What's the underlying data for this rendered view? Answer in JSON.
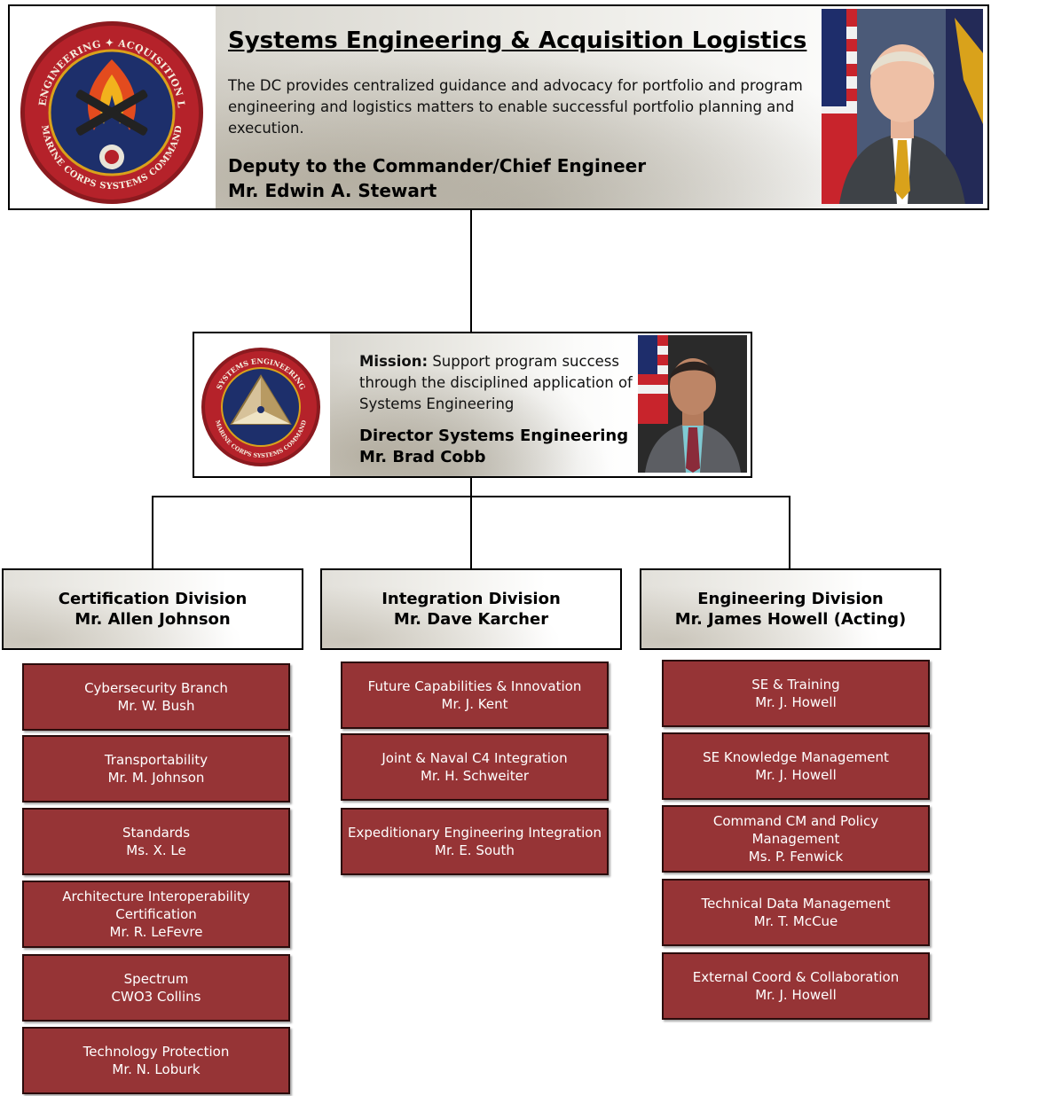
{
  "header": {
    "title": "Systems Engineering & Acquisition Logistics",
    "description": "The DC provides centralized guidance and advocacy for portfolio and program engineering and logistics matters to enable successful portfolio planning and execution.",
    "role": "Deputy to the Commander/Chief Engineer",
    "name": "Mr. Edwin A. Stewart",
    "seal": {
      "ring_top": "SYSTEMS ENGINEERING ✦ ACQUISITION LOGISTICS",
      "ring_bottom": "MARINE CORPS SYSTEMS COMMAND"
    }
  },
  "director": {
    "mission_label": "Mission:",
    "mission_text": "Support program success through the disciplined application of Systems Engineering",
    "role": "Director Systems Engineering",
    "name": "Mr. Brad Cobb",
    "seal": {
      "ring_top": "SYSTEMS ENGINEERING",
      "ring_bottom": "MARINE CORPS SYSTEMS COMMAND"
    }
  },
  "divisions": [
    {
      "title": "Certification Division",
      "lead": "Mr. Allen Johnson",
      "branches": [
        {
          "lines": [
            "Cybersecurity Branch",
            "Mr. W. Bush"
          ]
        },
        {
          "lines": [
            "Transportability",
            "Mr. M. Johnson"
          ]
        },
        {
          "lines": [
            "Standards",
            "Ms. X. Le"
          ]
        },
        {
          "lines": [
            "Architecture Interoperability",
            "Certification",
            "Mr. R. LeFevre"
          ]
        },
        {
          "lines": [
            "Spectrum",
            "CWO3 Collins"
          ]
        },
        {
          "lines": [
            "Technology Protection",
            "Mr. N. Loburk"
          ]
        }
      ]
    },
    {
      "title": "Integration Division",
      "lead": "Mr. Dave Karcher",
      "branches": [
        {
          "lines": [
            "Future Capabilities & Innovation",
            "Mr. J. Kent"
          ]
        },
        {
          "lines": [
            "Joint & Naval C4 Integration",
            "Mr. H. Schweiter"
          ]
        },
        {
          "lines": [
            "Expeditionary Engineering Integration",
            "Mr. E. South"
          ]
        }
      ]
    },
    {
      "title": "Engineering Division",
      "lead": "Mr. James Howell (Acting)",
      "branches": [
        {
          "lines": [
            "SE & Training",
            "Mr. J. Howell"
          ]
        },
        {
          "lines": [
            "SE Knowledge Management",
            "Mr. J. Howell"
          ]
        },
        {
          "lines": [
            "Command CM and Policy",
            "Management",
            "Ms. P. Fenwick"
          ]
        },
        {
          "lines": [
            "Technical Data Management",
            "Mr. T. McCue"
          ]
        },
        {
          "lines": [
            "External Coord & Collaboration",
            "Mr. J. Howell"
          ]
        }
      ]
    }
  ],
  "colors": {
    "branch_fill": "#963436",
    "seal_red": "#b5222a",
    "seal_navy": "#1d2f6b",
    "seal_gold": "#d9a21b"
  }
}
